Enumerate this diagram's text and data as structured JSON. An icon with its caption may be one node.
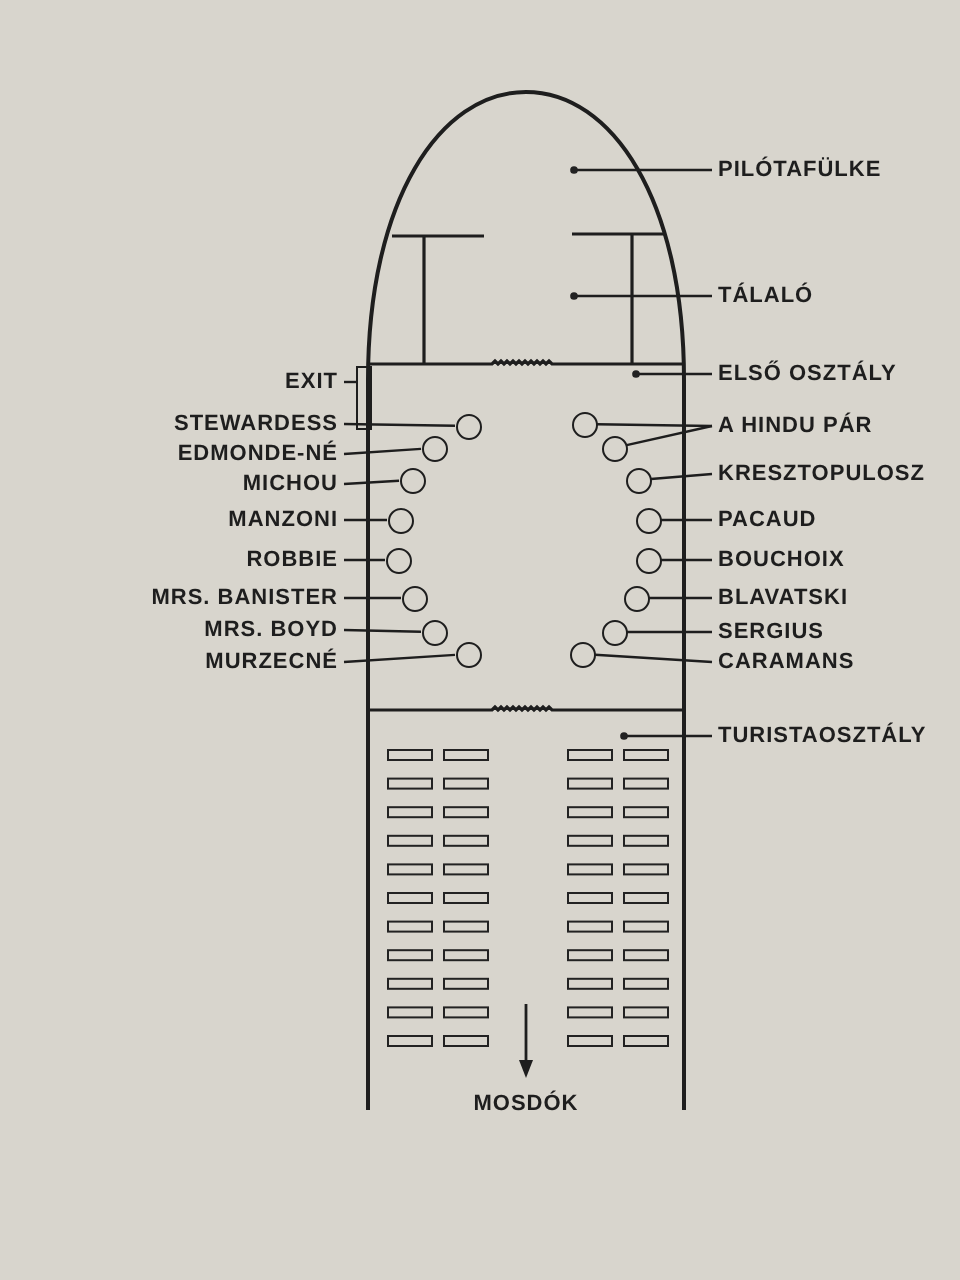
{
  "diagram": {
    "nodes": [
      {
        "text": [
          "PILÓTAFÜLKE"
        ]
      },
      {
        "text": [
          "TÁLALÓ"
        ]
      },
      {
        "text": [
          "EXIT"
        ]
      },
      {
        "text": [],
        "shape": "box"
      },
      {
        "text": [
          "ELSŐ OSZTÁLY"
        ]
      },
      {
        "text": [
          "STEWARDESS"
        ]
      },
      {
        "text": [
          "EDMONDE-NÉ"
        ]
      },
      {
        "text": [
          "MICHOU"
        ]
      },
      {
        "text": [
          "MANZONI"
        ]
      },
      {
        "text": [
          "ROBBIE"
        ]
      },
      {
        "text": [
          "MRS. BANISTER"
        ]
      },
      {
        "text": [
          "MRS. BOYD"
        ]
      },
      {
        "text": [
          "MURZECNÉ"
        ]
      },
      {
        "text": [],
        "shape": "circle"
      },
      {
        "text": [],
        "shape": "circle"
      },
      {
        "text": [],
        "shape": "circle"
      },
      {
        "text": [],
        "shape": "circle"
      },
      {
        "text": [],
        "shape": "circle"
      },
      {
        "text": [],
        "shape": "circle"
      },
      {
        "text": [],
        "shape": "circle"
      },
      {
        "text": [],
        "shape": "circle"
      },
      {
        "text": [
          "A HINDU PÁR"
        ]
      },
      {
        "text": [
          "KRESZTOPULOSZ"
        ]
      },
      {
        "text": [
          "PACAUD"
        ]
      },
      {
        "text": [
          "BOUCHOIX"
        ]
      },
      {
        "text": [
          "BLAVATSKI"
        ]
      },
      {
        "text": [
          "SERGIUS"
        ]
      },
      {
        "text": [
          "CARAMANS"
        ]
      },
      {
        "text": [],
        "shape": "circle"
      },
      {
        "text": [],
        "shape": "circle"
      },
      {
        "text": [],
        "shape": "circle"
      },
      {
        "text": [],
        "shape": "circle"
      },
      {
        "text": [],
        "shape": "circle"
      },
      {
        "text": [],
        "shape": "circle"
      },
      {
        "text": [],
        "shape": "circle"
      },
      {
        "text": [],
        "shape": "circle"
      },
      {
        "text": [
          "TURISTAOSZTÁLY"
        ]
      }
    ],
    "edges": [
      {
        "from": 0,
        "to": null,
        "arrow": "other"
      },
      {
        "from": 1,
        "to": null,
        "arrow": "other"
      },
      {
        "from": 2,
        "to": 3,
        "arrow": "none"
      },
      {
        "from": 4,
        "to": null,
        "arrow": "other"
      },
      {
        "from": 5,
        "to": 13,
        "arrow": "none"
      },
      {
        "from": 6,
        "to": 14,
        "arrow": "none"
      },
      {
        "from": 7,
        "to": 15,
        "arrow": "none"
      },
      {
        "from": 8,
        "to": 16,
        "arrow": "none"
      },
      {
        "from": 9,
        "to": 17,
        "arrow": "none"
      },
      {
        "from": 10,
        "to": 18,
        "arrow": "none"
      },
      {
        "from": 11,
        "to": 19,
        "arrow": "none"
      },
      {
        "from": 12,
        "to": 20,
        "arrow": "none"
      },
      {
        "from": 21,
        "to": 28,
        "arrow": "none"
      },
      {
        "from": 21,
        "to": 29,
        "arrow": "none"
      },
      {
        "from": 22,
        "to": 30,
        "arrow": "none"
      },
      {
        "from": 23,
        "to": 31,
        "arrow": "none"
      },
      {
        "from": 24,
        "to": 32,
        "arrow": "none"
      },
      {
        "from": 25,
        "to": 33,
        "arrow": "none"
      },
      {
        "from": 26,
        "to": 34,
        "arrow": "none"
      },
      {
        "from": 27,
        "to": 35,
        "arrow": "none"
      },
      {
        "from": 36,
        "to": null,
        "arrow": "other"
      }
    ],
    "labels": [
      "MOSDÓK"
    ]
  }
}
